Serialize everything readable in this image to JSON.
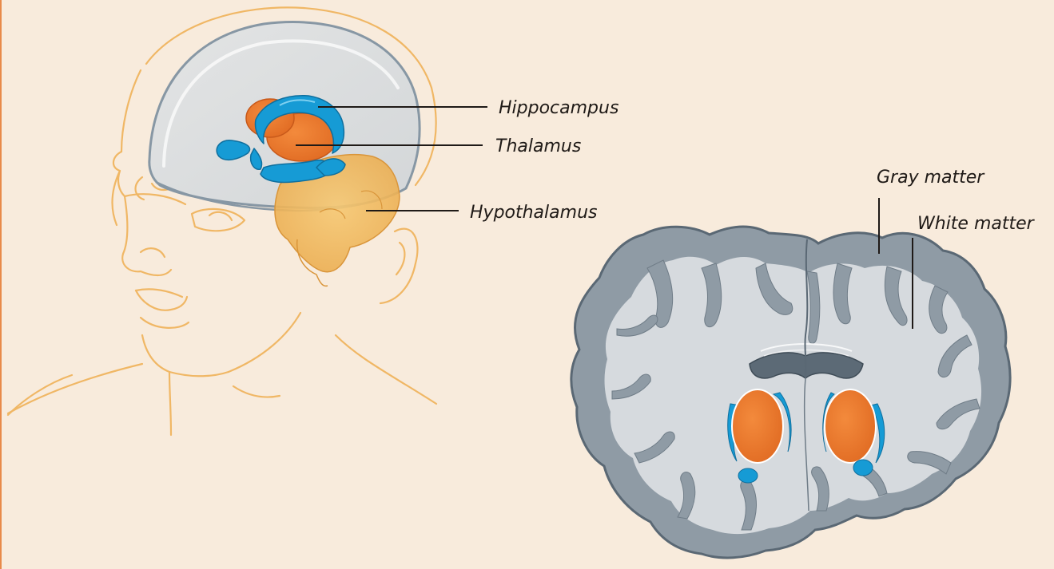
{
  "labels": {
    "hippocampus": "Hippocampus",
    "thalamus": "Thalamus",
    "hypothalamus": "Hypothalamus",
    "gray_matter": "Gray matter",
    "white_matter": "White matter"
  },
  "colors": {
    "background": "#f8ebdc",
    "face_outline": "#f0b765",
    "skull_fill": "#d9dde0",
    "skull_stroke": "#8797a4",
    "hippocampus": "#169bd5",
    "thalamus": "#ef7f33",
    "hypothalamus": "#f1b85c",
    "gray_matter": "#8f9ba5",
    "white_matter": "#d6dade",
    "label_text": "#1f1a17"
  }
}
